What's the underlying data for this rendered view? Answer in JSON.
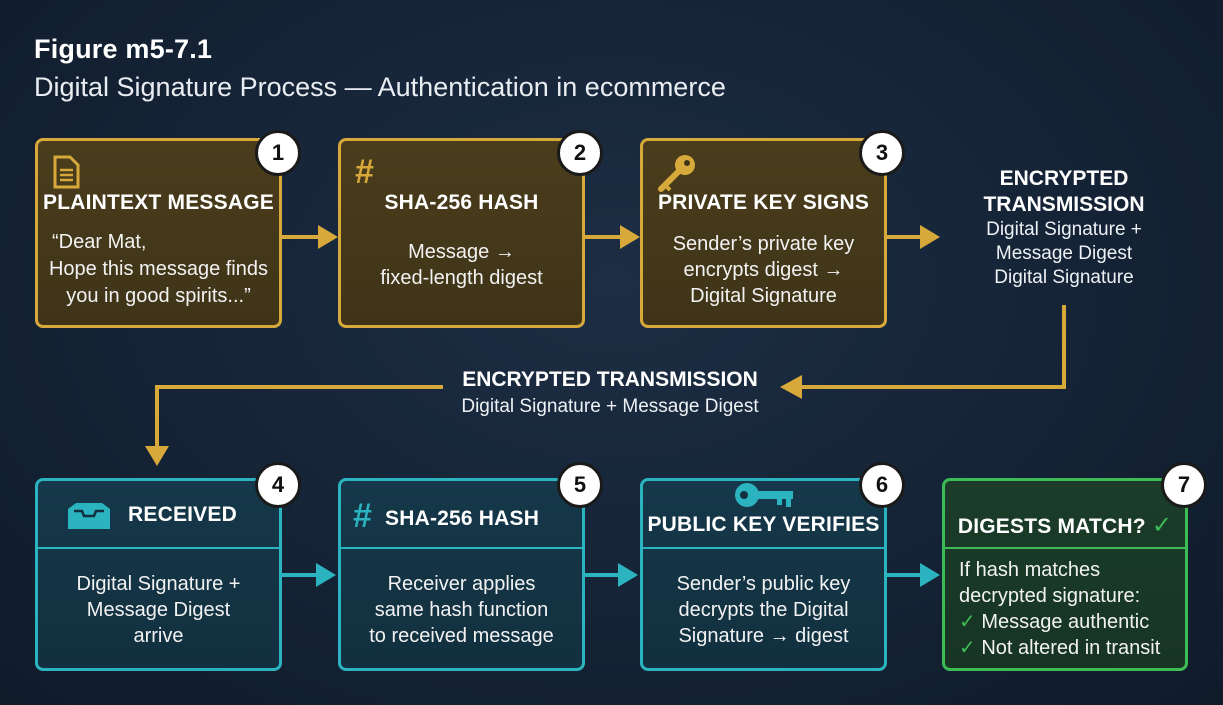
{
  "figure": {
    "title": "Figure m5-7.1",
    "subtitle": "Digital Signature Process — Authentication in ecommerce"
  },
  "colors": {
    "gold": "#d7a93a",
    "teal": "#2bb3c0",
    "green": "#3dbb55",
    "background": "#152336"
  },
  "top_row": [
    {
      "step": "1",
      "icon": "document-icon",
      "heading": "PLAINTEXT MESSAGE",
      "lines": [
        "“Dear Mat,",
        "Hope this message finds",
        "you in good spirits...”"
      ]
    },
    {
      "step": "2",
      "icon": "hash-icon",
      "heading": "SHA-256 HASH",
      "lines": [
        "Message →",
        "fixed-length digest"
      ]
    },
    {
      "step": "3",
      "icon": "key-icon",
      "heading": "PRIVATE KEY SIGNS",
      "lines": [
        "Sender’s private key",
        "encrypts digest →",
        "Digital Signature"
      ]
    }
  ],
  "side_transmission": {
    "heading_1": "ENCRYPTED",
    "heading_2": "TRANSMISSION",
    "lines": [
      "Digital Signature +",
      "Message Digest",
      "Digital Signature"
    ]
  },
  "middle_transmission": {
    "heading": "ENCRYPTED TRANSMISSION",
    "text": "Digital Signature + Message Digest"
  },
  "bottom_row": [
    {
      "step": "4",
      "icon": "inbox-icon",
      "heading": "RECEIVED",
      "lines": [
        "Digital Signature +",
        "Message Digest",
        "arrive"
      ]
    },
    {
      "step": "5",
      "icon": "hash-icon",
      "heading": "SHA-256 HASH",
      "lines": [
        "Receiver applies",
        "same hash function",
        "to received message"
      ]
    },
    {
      "step": "6",
      "icon": "key-icon",
      "heading": "PUBLIC KEY VERIFIES",
      "lines": [
        "Sender’s public key",
        "decrypts the Digital",
        "Signature → digest"
      ]
    },
    {
      "step": "7",
      "icon": "checkmark-icon",
      "heading": "DIGESTS MATCH?",
      "lines": [
        "If hash matches",
        "decrypted signature:"
      ],
      "checks": [
        "Message authentic",
        "Not altered in transit"
      ]
    }
  ]
}
